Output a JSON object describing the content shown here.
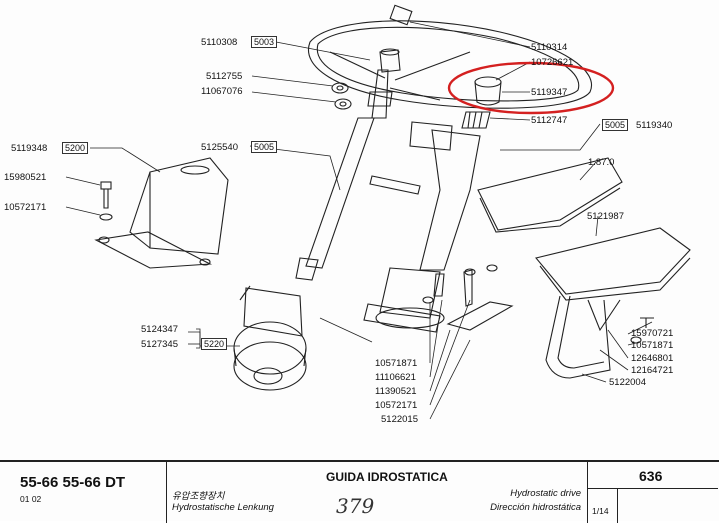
{
  "part_numbers": {
    "p5110308": "5110308",
    "p5112755": "5112755",
    "p11067076": "11067076",
    "p5119348": "5119348",
    "p15980521": "15980521",
    "p10572171a": "10572171",
    "p5125540": "5125540",
    "p5124347": "5124347",
    "p5127345": "5127345",
    "p5110314": "5110314",
    "p10726621": "10726621",
    "p5119347": "5119347",
    "p5112747": "5112747",
    "p5119340": "5119340",
    "p187": "1.87.0",
    "p5121987": "5121987",
    "p15970721": "15970721",
    "p10571871b": "10571871",
    "p12646801": "12646801",
    "p12164721": "12164721",
    "p5122004": "5122004",
    "p10571871a": "10571871",
    "p11106621": "11106621",
    "p11390521": "11390521",
    "p10572171b": "10572171",
    "p5122015": "5122015"
  },
  "group_boxes": {
    "g5003": "5003",
    "g5200": "5200",
    "g5005a": "5005",
    "g5005b": "5005",
    "g5220": "5220"
  },
  "title_block": {
    "models": "55-66  55-66 DT",
    "edition": "01 02",
    "title_korean": "유압조향장치",
    "title_german": "Hydrostatische Lenkung",
    "title_italian": "GUIDA IDROSTATICA",
    "handwritten_number": "379",
    "title_english": "Hydrostatic drive",
    "title_spanish": "Dirección hidrostática",
    "table_number": "636",
    "page_index": "1/14"
  },
  "colors": {
    "ink": "#222222",
    "highlight_ellipse": "#d42020",
    "paper": "#fdfdfd"
  }
}
